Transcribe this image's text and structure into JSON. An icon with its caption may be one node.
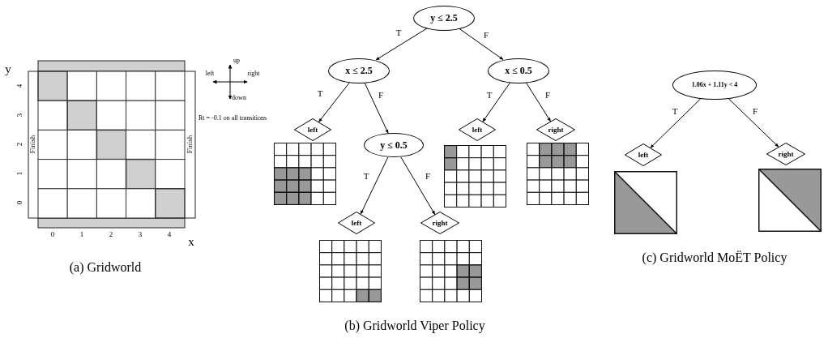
{
  "diagram": {
    "nodes": [
      {
        "text": [
          "y ≤ 2.5"
        ]
      },
      {
        "text": [
          "x ≤ 2.5"
        ]
      },
      {
        "text": [
          "x ≤ 0.5"
        ]
      },
      {
        "text": [
          "left"
        ]
      },
      {
        "text": [
          "y ≤ 0.5"
        ]
      },
      {
        "text": [
          "left"
        ]
      },
      {
        "text": [
          "right"
        ]
      },
      {
        "text": [
          "left"
        ]
      },
      {
        "text": [
          "right"
        ]
      },
      {
        "text": [
          "1.06x + 1.11y < 4"
        ]
      },
      {
        "text": [
          "left"
        ]
      },
      {
        "text": [
          "right"
        ]
      }
    ],
    "edges": [
      {
        "from": 0,
        "to": 1,
        "arrow": "to",
        "label": "T"
      },
      {
        "from": 0,
        "to": 2,
        "arrow": "to",
        "label": "F"
      },
      {
        "from": 1,
        "to": 3,
        "arrow": "to",
        "label": "T"
      },
      {
        "from": 1,
        "to": 4,
        "arrow": "to",
        "label": "F"
      },
      {
        "from": 2,
        "to": 5,
        "arrow": "to",
        "label": "T"
      },
      {
        "from": 2,
        "to": 6,
        "arrow": "to",
        "label": "F"
      },
      {
        "from": 4,
        "to": 7,
        "arrow": "to",
        "label": "T"
      },
      {
        "from": 4,
        "to": 8,
        "arrow": "to",
        "label": "F"
      },
      {
        "from": 9,
        "to": 10,
        "arrow": "to",
        "label": "T"
      },
      {
        "from": 9,
        "to": 11,
        "arrow": "to",
        "label": "F"
      }
    ],
    "labels": [
      "y",
      "4",
      "3",
      "2",
      "1",
      "0",
      "Finish",
      "Finish",
      "up",
      "left",
      "right",
      "down",
      "Rt = -0.1 on all transitions",
      "0",
      "1",
      "2",
      "3",
      "4",
      "x",
      "(a) Gridworld",
      "(b) Gridworld Viper Policy",
      "(c) Gridworld MoËT Policy"
    ]
  }
}
